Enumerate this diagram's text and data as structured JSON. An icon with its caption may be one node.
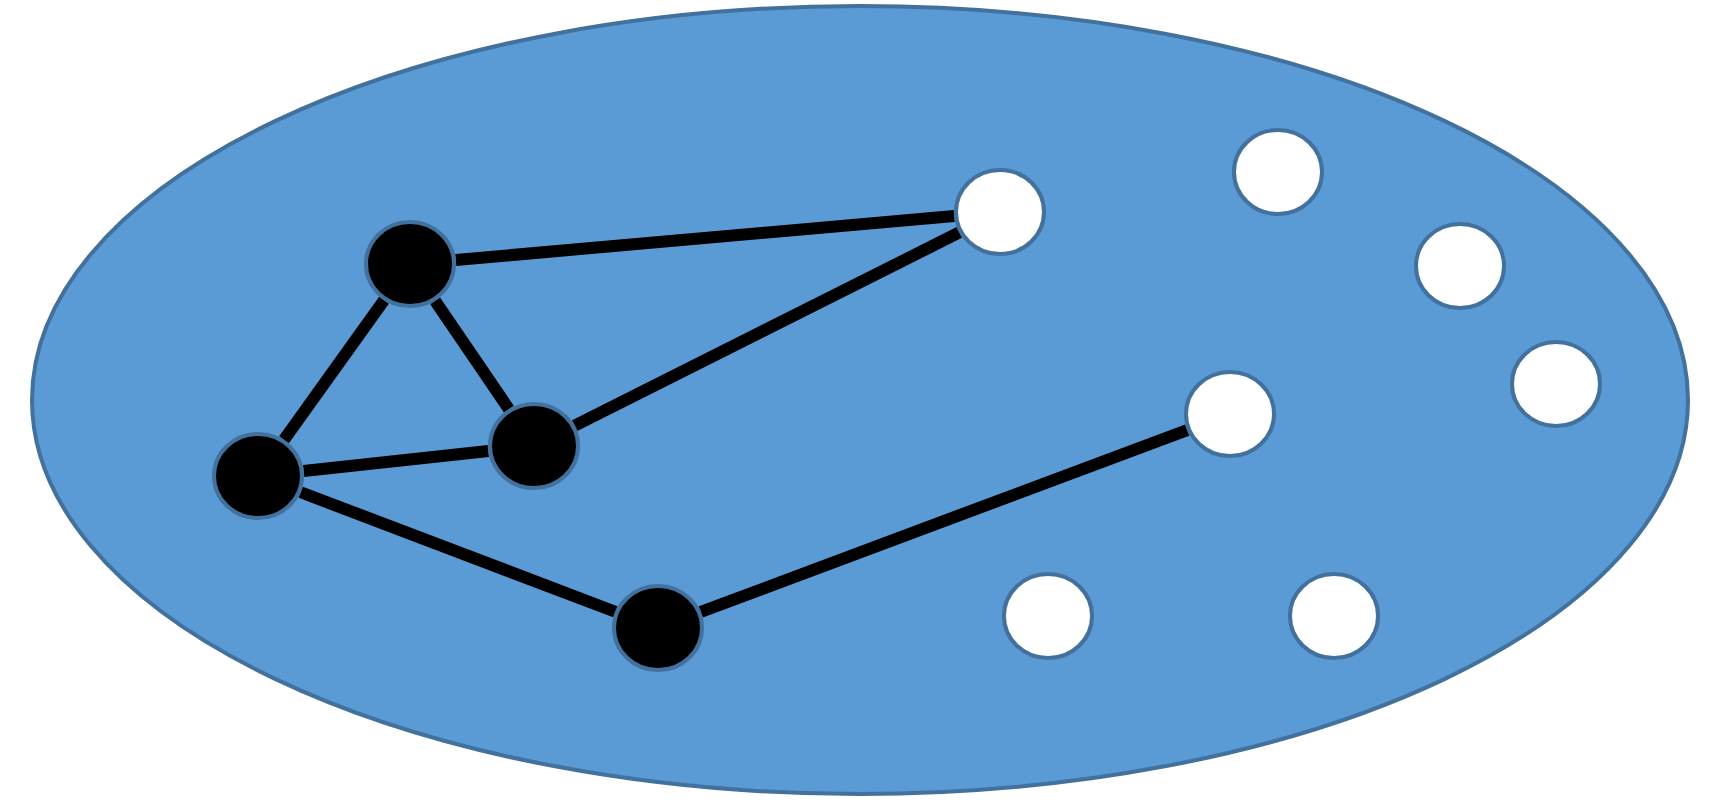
{
  "diagram": {
    "nodes": [
      {
        "text": [],
        "shape": "ellipse"
      },
      {
        "text": [],
        "shape": "dot",
        "in": 0
      },
      {
        "text": [],
        "shape": "dot",
        "in": 0
      },
      {
        "text": [],
        "shape": "dot",
        "in": 0
      },
      {
        "text": [],
        "shape": "dot",
        "in": 0
      },
      {
        "text": [],
        "shape": "circle",
        "in": 0
      },
      {
        "text": [],
        "shape": "circle",
        "in": 0
      },
      {
        "text": [],
        "shape": "circle",
        "in": 0
      },
      {
        "text": [],
        "shape": "circle",
        "in": 0
      },
      {
        "text": [],
        "shape": "circle",
        "in": 0
      },
      {
        "text": [],
        "shape": "circle",
        "in": 0
      },
      {
        "text": [],
        "shape": "circle",
        "in": 0
      }
    ],
    "edges": [
      {
        "from": 2,
        "to": 5,
        "arrow": "none"
      },
      {
        "from": 2,
        "to": 1,
        "arrow": "none"
      },
      {
        "from": 2,
        "to": 3,
        "arrow": "none"
      },
      {
        "from": 1,
        "to": 3,
        "arrow": "none"
      },
      {
        "from": 3,
        "to": 5,
        "arrow": "none"
      },
      {
        "from": 1,
        "to": 4,
        "arrow": "none"
      },
      {
        "from": 4,
        "to": 7,
        "arrow": "none"
      }
    ]
  }
}
